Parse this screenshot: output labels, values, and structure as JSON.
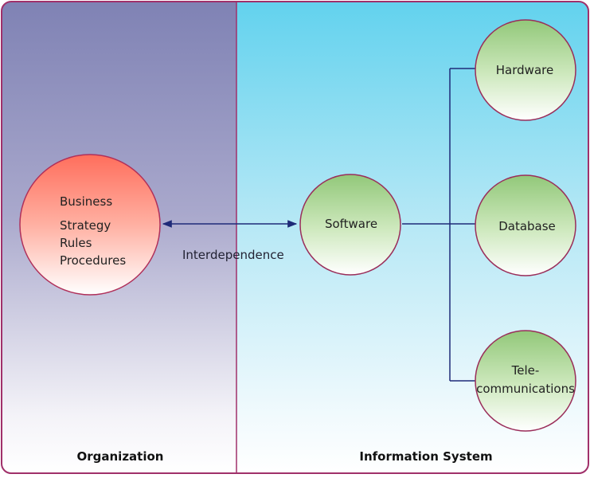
{
  "panels": {
    "organization": {
      "label": "Organization"
    },
    "information_system": {
      "label": "Information System"
    }
  },
  "nodes": {
    "organization_components": {
      "lines": [
        "Business",
        "Strategy",
        "Rules",
        "Procedures"
      ]
    },
    "software": {
      "lines": [
        "Software"
      ]
    },
    "hardware": {
      "lines": [
        "Hardware"
      ]
    },
    "database": {
      "lines": [
        "Database"
      ]
    },
    "telecommunications": {
      "lines": [
        "Tele-",
        "communications"
      ]
    }
  },
  "connectors": {
    "interdependence": {
      "label": "Interdependence"
    }
  },
  "colors": {
    "border": "#a0306a",
    "line": "#1e2a78",
    "org_node_fill": "#ff7a66",
    "is_node_fill": "#a8d48c"
  }
}
